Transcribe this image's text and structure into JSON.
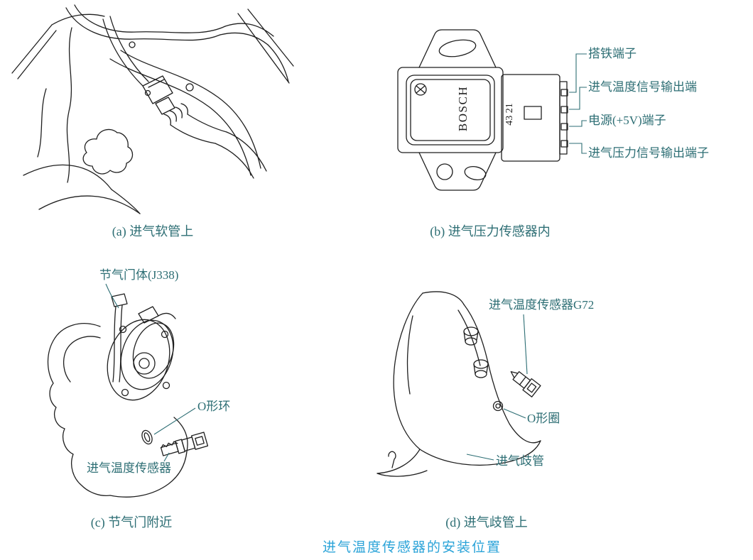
{
  "title": "进气温度传感器的安装位置",
  "panel_a": {
    "caption": "(a) 进气软管上"
  },
  "panel_b": {
    "caption": "(b) 进气压力传感器内",
    "brand": "BOSCH",
    "pin_numbers": "43 21",
    "label_ground": "搭铁端子",
    "label_temp_signal": "进气温度信号输出端",
    "label_power": "电源(+5V)端子",
    "label_pressure_signal": "进气压力信号输出端子"
  },
  "panel_c": {
    "caption": "(c) 节气门附近",
    "label_throttle_body": "节气门体(J338)",
    "label_o_ring": "O形环",
    "label_sensor": "进气温度传感器"
  },
  "panel_d": {
    "caption": "(d) 进气歧管上",
    "label_sensor": "进气温度传感器G72",
    "label_o_ring": "O形圈",
    "label_manifold": "进气歧管"
  },
  "colors": {
    "line_ink": "#1f1f1f",
    "label_teal": "#2d6e74",
    "title_blue": "#2aa3d8"
  }
}
